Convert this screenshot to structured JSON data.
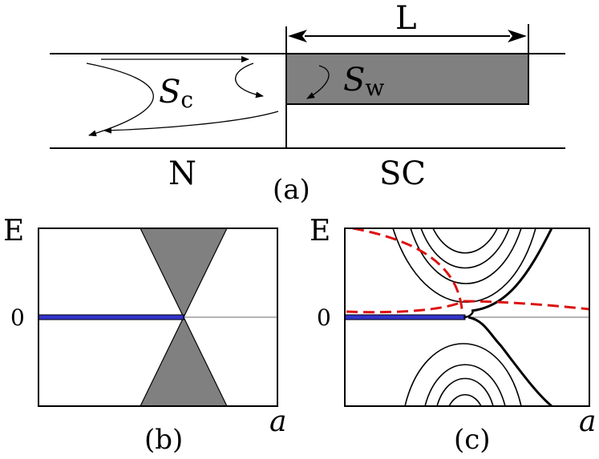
{
  "panel_a": {
    "length_label": "L",
    "cavity_label_main": "S",
    "cavity_label_sub": "c",
    "wire_label_main": "S",
    "wire_label_sub": "w",
    "normal_label": "N",
    "super_label": "SC",
    "caption": "(a)",
    "wire_color": "#808080"
  },
  "panel_b": {
    "energy_label": "E",
    "zero_label": "0",
    "axis_label": "a",
    "caption": "(b)",
    "gap_color": "#808080",
    "zero_mode_color": "#3333cc"
  },
  "panel_c": {
    "energy_label": "E",
    "zero_label": "0",
    "axis_label": "a",
    "caption": "(c)",
    "zero_mode_color": "#3333cc",
    "dashed_color": "#dd1111"
  }
}
